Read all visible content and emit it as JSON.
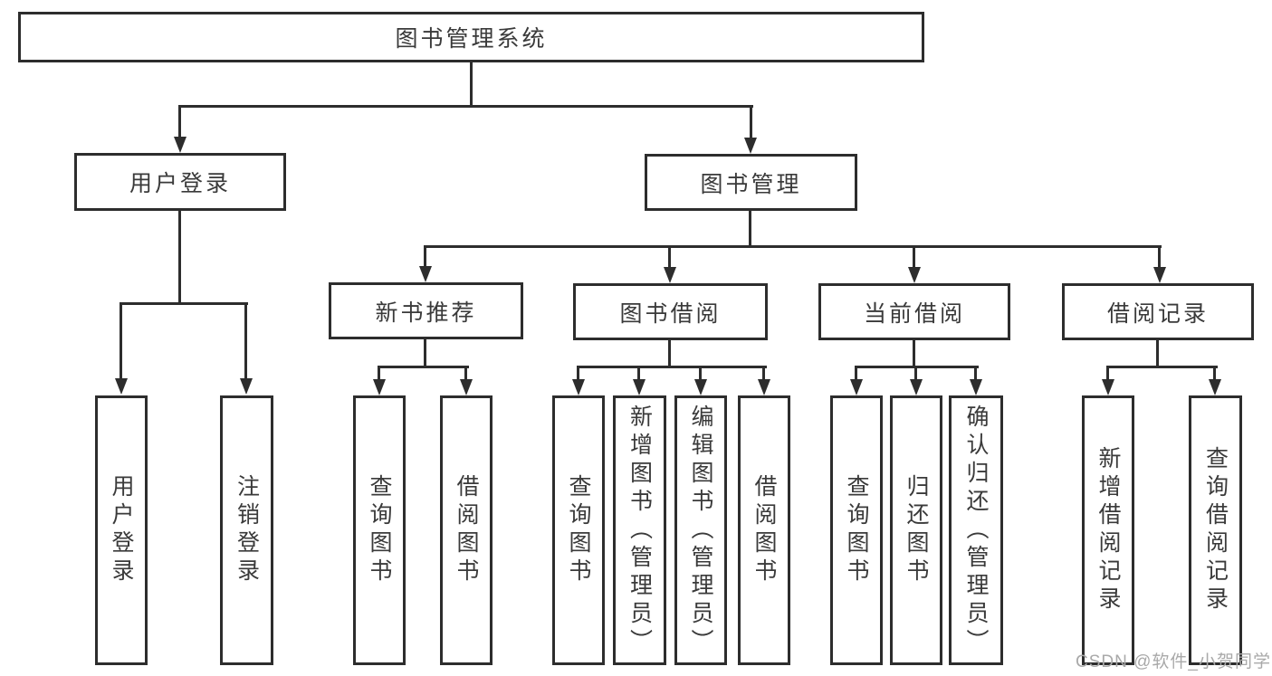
{
  "diagram": {
    "type": "hierarchy-tree",
    "title": "图书管理系统",
    "watermark": "CSDN @软件_小贺同学",
    "colors": {
      "line": "#2d2d2d",
      "box_background": "#ffffff",
      "text": "#3a3a3a",
      "watermark": "#a9a9a9"
    }
  },
  "nodes": [
    {
      "id": "root",
      "label": "图书管理系统",
      "level": 1,
      "parent": null
    },
    {
      "id": "user-login",
      "label": "用户登录",
      "level": 2,
      "parent": "root"
    },
    {
      "id": "book-mgmt",
      "label": "图书管理",
      "level": 2,
      "parent": "root"
    },
    {
      "id": "new-book-rec",
      "label": "新书推荐",
      "level": 3,
      "parent": "book-mgmt"
    },
    {
      "id": "book-borrow",
      "label": "图书借阅",
      "level": 3,
      "parent": "book-mgmt"
    },
    {
      "id": "current-borrow",
      "label": "当前借阅",
      "level": 3,
      "parent": "book-mgmt"
    },
    {
      "id": "borrow-records",
      "label": "借阅记录",
      "level": 3,
      "parent": "book-mgmt"
    },
    {
      "id": "login",
      "label": "用户登录",
      "level": 4,
      "parent": "user-login"
    },
    {
      "id": "logout",
      "label": "注销登录",
      "level": 4,
      "parent": "user-login"
    },
    {
      "id": "nb-query",
      "label": "查询图书",
      "level": 4,
      "parent": "new-book-rec"
    },
    {
      "id": "nb-borrow",
      "label": "借阅图书",
      "level": 4,
      "parent": "new-book-rec"
    },
    {
      "id": "bb-query",
      "label": "查询图书",
      "level": 4,
      "parent": "book-borrow"
    },
    {
      "id": "bb-add",
      "label": "新增图书（管理员）",
      "level": 4,
      "parent": "book-borrow"
    },
    {
      "id": "bb-edit",
      "label": "编辑图书（管理员）",
      "level": 4,
      "parent": "book-borrow"
    },
    {
      "id": "bb-borrow",
      "label": "借阅图书",
      "level": 4,
      "parent": "book-borrow"
    },
    {
      "id": "cb-query",
      "label": "查询图书",
      "level": 4,
      "parent": "current-borrow"
    },
    {
      "id": "cb-return",
      "label": "归还图书",
      "level": 4,
      "parent": "current-borrow"
    },
    {
      "id": "cb-confirm",
      "label": "确认归还（管理员）",
      "level": 4,
      "parent": "current-borrow"
    },
    {
      "id": "br-add",
      "label": "新增借阅记录",
      "level": 4,
      "parent": "borrow-records"
    },
    {
      "id": "br-query",
      "label": "查询借阅记录",
      "level": 4,
      "parent": "borrow-records"
    }
  ]
}
